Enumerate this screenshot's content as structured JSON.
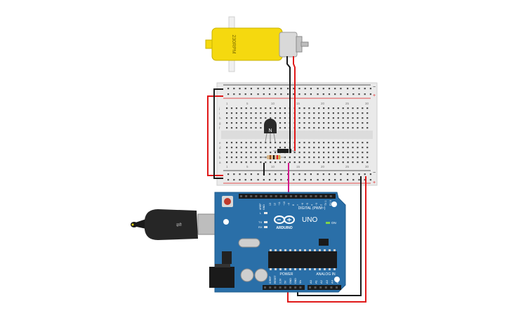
{
  "motor": {
    "label": "230RPM"
  },
  "transistor": {
    "label": "N"
  },
  "arduino": {
    "brand": "ARDUINO",
    "model": "UNO",
    "on_label": "ON",
    "tx_label": "TX",
    "rx_label": "RX",
    "l_label": "L",
    "aref_label": "AREF",
    "gnd_label": "GND",
    "digital_label": "DIGITAL (PWM~)",
    "power_label": "POWER",
    "analog_label": "ANALOG IN",
    "digital_pins": [
      "13",
      "12",
      "~11",
      "~10",
      "~9",
      "8",
      "7",
      "~6",
      "~5",
      "4",
      "~3",
      "2",
      "TX 1",
      "RX 0"
    ],
    "power_pins": [
      "IOREF",
      "RESET",
      "3.3V",
      "5V",
      "GND",
      "GND",
      "Vin"
    ],
    "analog_pins": [
      "A0",
      "A1",
      "A2",
      "A3",
      "A4",
      "A5"
    ]
  },
  "breadboard": {
    "rail_plus": "+",
    "rail_minus": "−",
    "row_letters_top": [
      "j",
      "i",
      "h",
      "g",
      "f"
    ],
    "row_letters_bottom": [
      "e",
      "d",
      "c",
      "b",
      "a"
    ],
    "column_numbers": [
      "1",
      "5",
      "10",
      "15",
      "20",
      "25",
      "30"
    ]
  },
  "colors": {
    "board_blue": "#2a6fa8",
    "wire_red": "#e01818",
    "wire_black": "#1a1a1a",
    "wire_magenta": "#d0188c",
    "motor_yellow": "#f5d90f"
  }
}
